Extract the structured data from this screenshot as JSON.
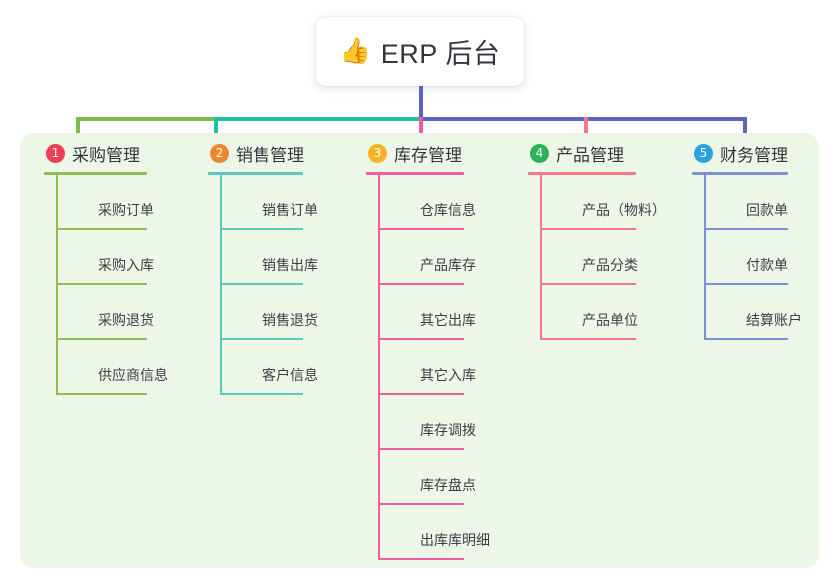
{
  "diagram": {
    "title": "ERP 后台 organization chart",
    "panel_background": "#edf7e7"
  },
  "root": {
    "icon": "thumbs-up-icon",
    "emoji": "👍",
    "label": "ERP 后台",
    "trunk_color": "#5b63c4"
  },
  "connector": {
    "segments": [
      {
        "name": "bus-segment-green",
        "color": "#7cbb4c"
      },
      {
        "name": "bus-segment-teal",
        "color": "#22c0a5"
      },
      {
        "name": "bus-segment-blue",
        "color": "#5b63c4"
      }
    ]
  },
  "columns": [
    {
      "number": "1",
      "title": "采购管理",
      "badge_color": "#ef4056",
      "line_color": "#8cc152",
      "key": "purchase",
      "items": [
        "采购订单",
        "采购入库",
        "采购退货",
        "供应商信息"
      ]
    },
    {
      "number": "2",
      "title": "销售管理",
      "badge_color": "#f0872b",
      "line_color": "#5ec8bd",
      "key": "sales",
      "items": [
        "销售订单",
        "销售出库",
        "销售退货",
        "客户信息"
      ]
    },
    {
      "number": "3",
      "title": "库存管理",
      "badge_color": "#f5b323",
      "line_color": "#ef5fa0",
      "key": "inventory",
      "items": [
        "仓库信息",
        "产品库存",
        "其它出库",
        "其它入库",
        "库存调拨",
        "库存盘点",
        "出库库明细"
      ]
    },
    {
      "number": "4",
      "title": "产品管理",
      "badge_color": "#2bb457",
      "line_color": "#f2788a",
      "key": "product",
      "items": [
        "产品（物料）",
        "产品分类",
        "产品单位"
      ]
    },
    {
      "number": "5",
      "title": "财务管理",
      "badge_color": "#29a3e0",
      "line_color": "#7b8fd4",
      "key": "finance",
      "items": [
        "回款单",
        "付款单",
        "结算账户"
      ]
    }
  ]
}
